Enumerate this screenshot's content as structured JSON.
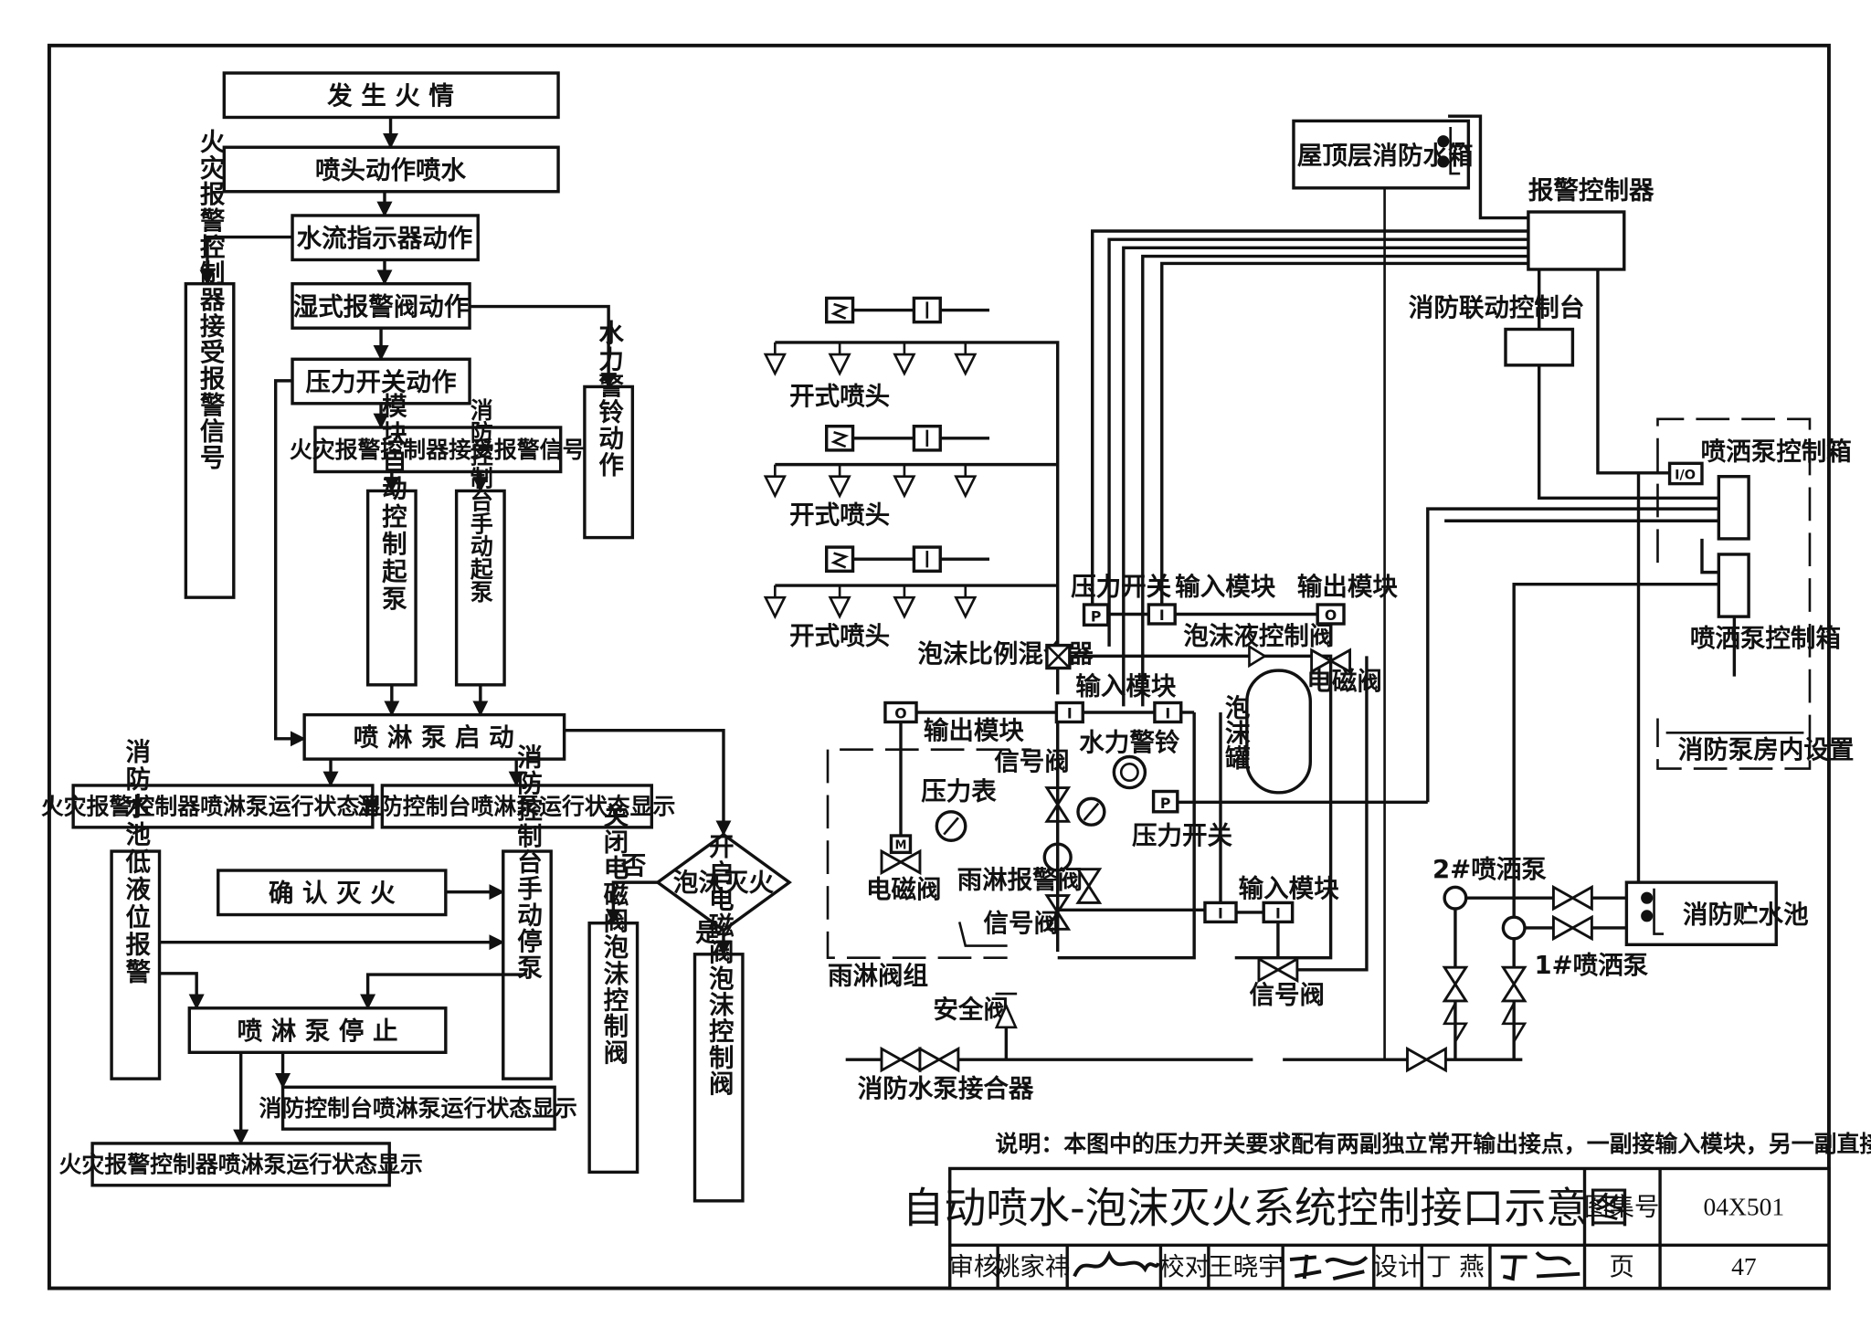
{
  "flow": {
    "fire": "发 生 火 情",
    "sprinkler_spray": "喷头动作喷水",
    "water_flow": "水流指示器动作",
    "wet_valve": "湿式报警阀动作",
    "pressure_switch": "压力开关动作",
    "alarm_receive": "火灾报警控制器接受报警信号",
    "left_vertical": "火灾报警控制器接受报警信号",
    "bell_vertical": "水力警铃动作",
    "module_auto": "模块自动控制起泵",
    "console_manual": "消防控制台手动起泵",
    "pump_start": "喷 淋 泵 启 动",
    "status_alarm": "火灾报警控制器喷淋泵运行状态显示",
    "status_console": "消防控制台喷淋泵运行状态显示",
    "foam_decision": "泡沫灭火",
    "no": "否",
    "yes": "是",
    "close_valve": "关闭电磁阀泡沫控制阀",
    "open_valve": "开启电磁阀泡沫控制阀",
    "pool_low": "消防水池低液位报警",
    "confirm": "确 认 灭 火",
    "console_stop": "消防控制台手动停泵",
    "pump_stop": "喷 淋 泵 停 止",
    "status_console2": "消防控制台喷淋泵运行状态显示",
    "status_alarm2": "火灾报警控制器喷淋泵运行状态显示"
  },
  "system": {
    "roof_tank": "屋顶层消防水箱",
    "alarm_controller": "报警控制器",
    "linkage_console": "消防联动控制台",
    "pump_box_1": "喷洒泵控制箱",
    "pump_box_2": "喷洒泵控制箱",
    "pump_room": "消防泵房内设置",
    "io": "I/O",
    "open_head": "开式喷头",
    "pressure_switch": "压力开关",
    "input_module": "输入模块",
    "output_module": "输出模块",
    "foam_liquid_valve": "泡沫液控制阀",
    "foam_mixer": "泡沫比例混合器",
    "foam_tank": "泡沫罐",
    "solenoid_valve": "电磁阀",
    "signal_valve": "信号阀",
    "water_bell": "水力警铃",
    "pressure_gauge": "压力表",
    "deluge_valve": "雨淋报警阀",
    "deluge_group": "雨淋阀组",
    "safety_valve": "安全阀",
    "pump_connector": "消防水泵接合器",
    "pump2": "2#喷洒泵",
    "pump1": "1#喷洒泵",
    "storage_pool": "消防贮水池",
    "sym_p": "P",
    "sym_i": "I",
    "sym_o": "O",
    "sym_m": "M"
  },
  "note": "说明：本图中的压力开关要求配有两副独立常开输出接点，一副接输入模块，另一副直接至泵控制盘。",
  "title_block": {
    "title": "自动喷水-泡沫灭火系统控制接口示意图",
    "atlas_label": "图集号",
    "atlas_no": "04X501",
    "review_label": "审核",
    "review_name": "姚家祎",
    "check_label": "校对",
    "check_name": "王晓宇",
    "design_label": "设计",
    "design_name": "丁 燕",
    "page_label": "页",
    "page_no": "47"
  }
}
